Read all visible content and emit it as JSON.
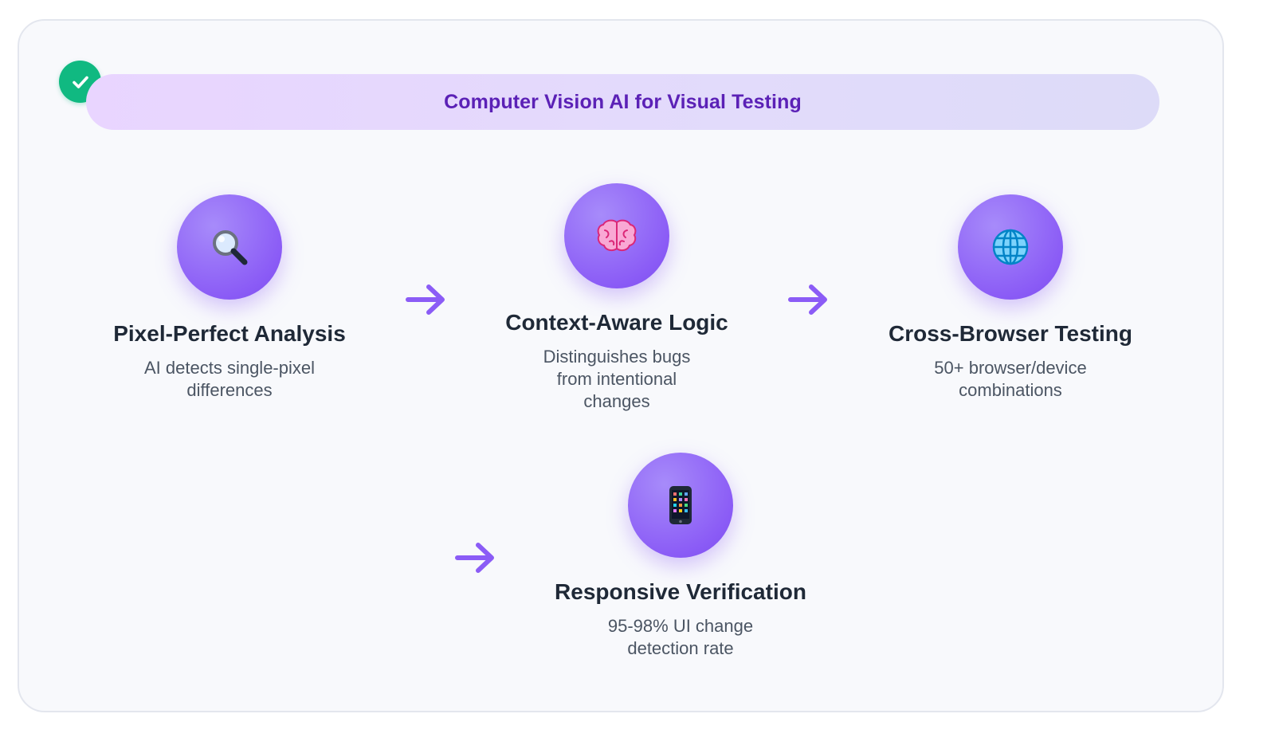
{
  "header": {
    "title": "Computer Vision AI for Visual Testing"
  },
  "colors": {
    "accent": "#8b5cf6",
    "title_purple": "#5b21b6",
    "check_green": "#10b981",
    "text_dark": "#1f2937",
    "text_muted": "#4b5563"
  },
  "steps": [
    {
      "icon": "magnifying-glass-icon",
      "glyph": "🔍",
      "title": "Pixel-Perfect Analysis",
      "description": "AI detects single-pixel differences"
    },
    {
      "icon": "brain-icon",
      "glyph": "🧠",
      "title": "Context-Aware Logic",
      "description": "Distinguishes bugs from intentional changes"
    },
    {
      "icon": "globe-icon",
      "glyph": "🌐",
      "title": "Cross-Browser Testing",
      "description": "50+ browser/device combinations"
    },
    {
      "icon": "mobile-phone-icon",
      "glyph": "📱",
      "title": "Responsive Verification",
      "description": "95-98% UI change detection rate"
    }
  ]
}
